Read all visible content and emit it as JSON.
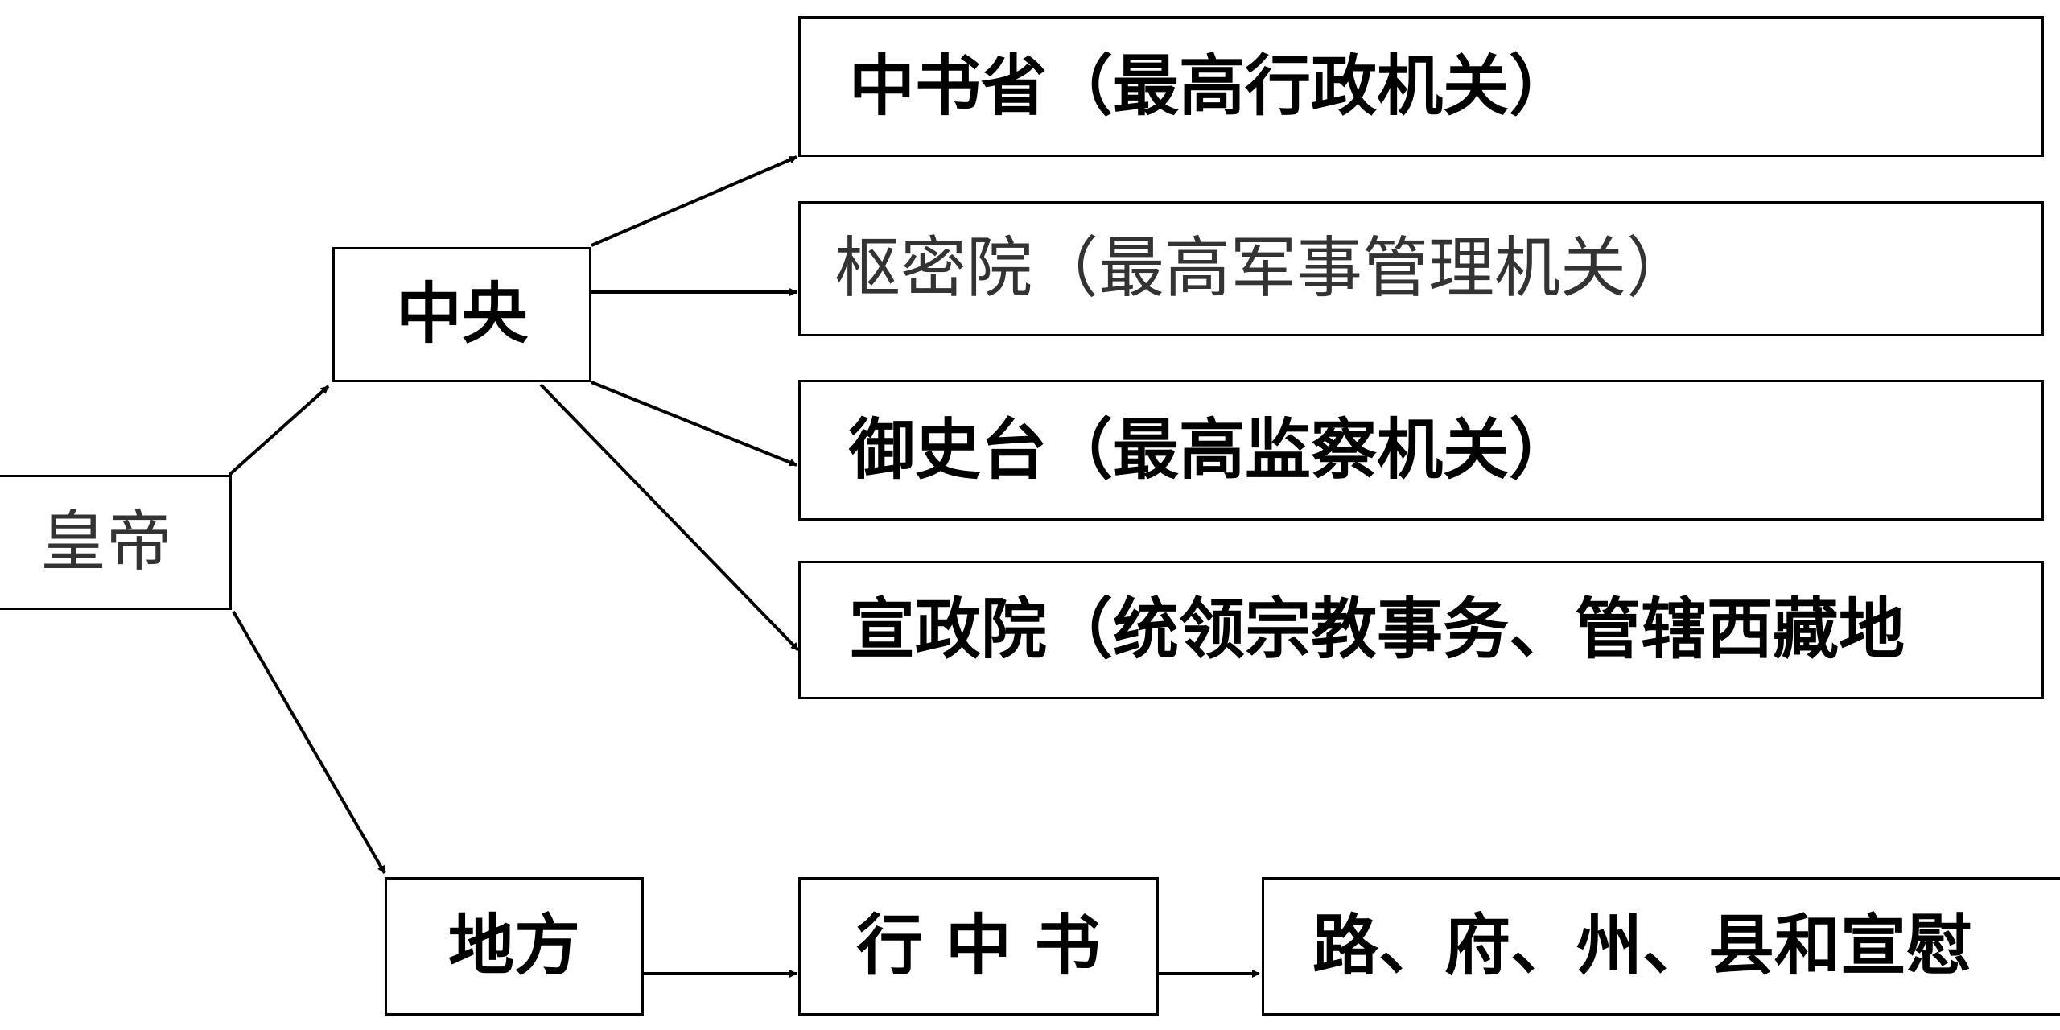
{
  "nodes": {
    "emperor": "皇帝",
    "central": "中央",
    "local": "地方",
    "zhongshusheng": "中书省（最高行政机关）",
    "shumiyuan": "枢密院（最高军事管理机关）",
    "yushitai": "御史台（最高监察机关）",
    "xuanzhengyuan": "宣政院（统领宗教事务、管辖西藏地",
    "xingzhongshu": "行 中 书",
    "subunits": "路、府、州、县和宣慰"
  }
}
